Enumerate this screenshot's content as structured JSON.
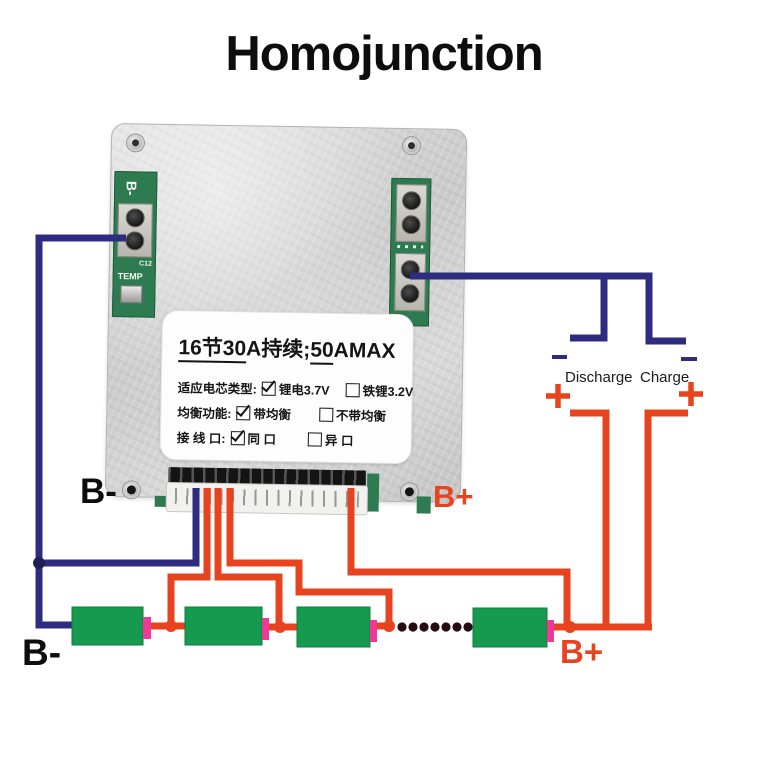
{
  "page_title": "Homojunction",
  "board": {
    "silkscreen_b_minus": "B-",
    "silkscreen_temp": "TEMP",
    "silkscreen_c12": "C12",
    "terminal_b_minus": "B-",
    "terminal_b_plus": "B+",
    "spec_label": {
      "title_parts": {
        "cells": "16节",
        "current": "30",
        "cont": "A持续;",
        "max": "50",
        "max_suffix": "AMAX"
      },
      "rows": [
        {
          "name": "适应电芯类型:",
          "opt1": "锂电3.7V",
          "opt1_checked": true,
          "opt2": "铁锂3.2V",
          "opt2_checked": false
        },
        {
          "name": "均衡功能:",
          "opt1": "带均衡",
          "opt1_checked": true,
          "opt2": "不带均衡",
          "opt2_checked": false
        },
        {
          "name": "接 线 口:",
          "opt1": "同 口",
          "opt1_checked": true,
          "opt2": "异 口",
          "opt2_checked": false
        }
      ]
    }
  },
  "wiring": {
    "discharge_label": "Discharge",
    "charge_label": "Charge",
    "pack_b_minus": "B-",
    "pack_b_plus": "B+",
    "visible_cells": 4,
    "ellipsis_dots": 7
  },
  "colors": {
    "negative_wire": "#2e2c80",
    "positive_wire": "#e8431f",
    "cell_green": "#169a50",
    "terminal_pink": "#ee3a96",
    "pcb_green": "#2e7b52",
    "plate_gray": "#d6d6d6",
    "title_black": "#111111"
  }
}
